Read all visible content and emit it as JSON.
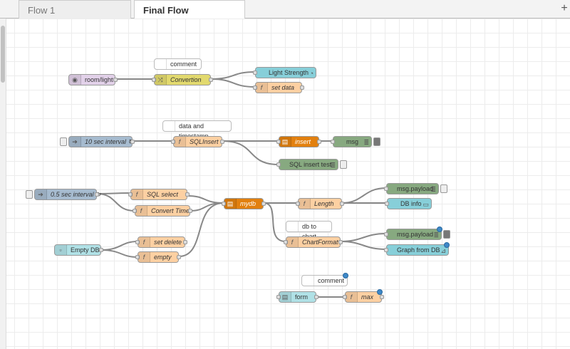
{
  "tabs": [
    {
      "label": "Flow 1",
      "active": false
    },
    {
      "label": "Final Flow",
      "active": true
    }
  ],
  "add_tab_label": "+",
  "nodes": {
    "comment1": "comment",
    "room_light": "room/light",
    "convertion": "Convertion",
    "light_strength": "Light Strength",
    "set_data": "set data",
    "data_timestamp": "data and timestamp",
    "interval10": "10 sec interval ↻",
    "sqlinsert": "SQLInsert",
    "insert": "insert",
    "msg": "msg",
    "sql_insert_test": "SQL insert test",
    "interval05": "0.5 sec interval ↻",
    "sql_select": "SQL select",
    "convert_time": "Convert Time",
    "mydb": "mydb",
    "length": "Length",
    "msg_payload1": "msg.payload",
    "db_info": "DB info",
    "db_to_chart": "db to chart",
    "chartformat": "ChartFormat",
    "msg_payload2": "msg.payload",
    "graph_from_db": "Graph from DB",
    "empty_db": "Empty DB",
    "set_delete": "set delete",
    "empty": "empty",
    "comment2": "comment",
    "form": "form",
    "max": "max"
  },
  "colors": {
    "function": "#fdd0a2",
    "inject": "#a6bbcf",
    "sqlite": "#e2800f",
    "debug": "#87a980",
    "dashboard": "#87cfd9",
    "switch": "#e2d96e",
    "mqtt": "#e2d1e9",
    "changed_badge": "#3e88c8"
  }
}
